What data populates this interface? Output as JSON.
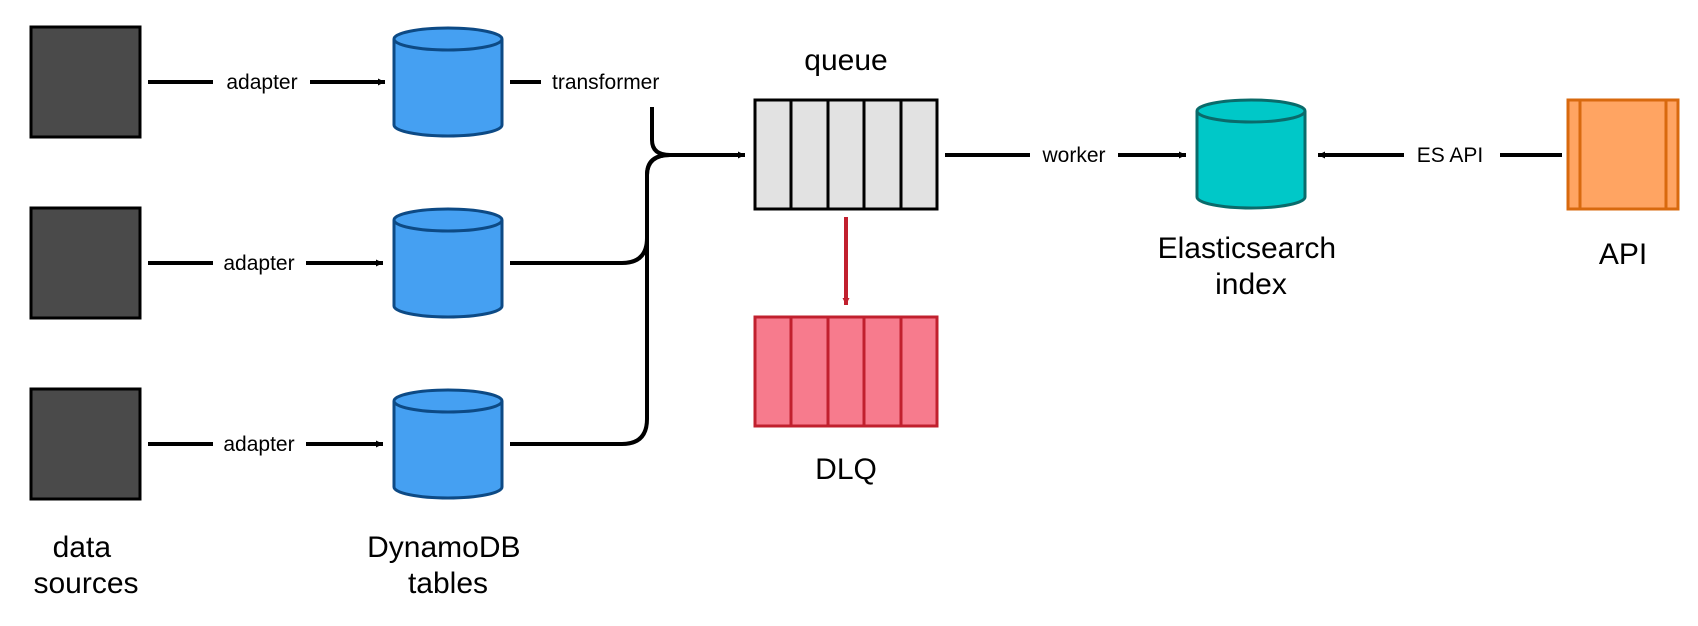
{
  "labels": {
    "data_sources": [
      "data",
      "sources"
    ],
    "dynamodb_tables": [
      "DynamoDB",
      "tables"
    ],
    "queue": "queue",
    "dlq": "DLQ",
    "elasticsearch_index": [
      "Elasticsearch",
      "index"
    ],
    "api": "API"
  },
  "edges": {
    "adapter": "adapter",
    "transformer": "transformer",
    "worker": "worker",
    "es_api": "ES API"
  },
  "colors": {
    "data_source": "#4a4a4a",
    "dynamodb": "#45a0f2",
    "dynamodb_stroke": "#0d4a85",
    "queue": "#e2e2e2",
    "dlq": "#f77b8d",
    "dlq_stroke": "#c1202e",
    "elasticsearch": "#00c8c8",
    "elasticsearch_stroke": "#0a6b6b",
    "api": "#ffa462",
    "api_stroke": "#d8690e",
    "dlq_arrow": "#c1202e"
  }
}
